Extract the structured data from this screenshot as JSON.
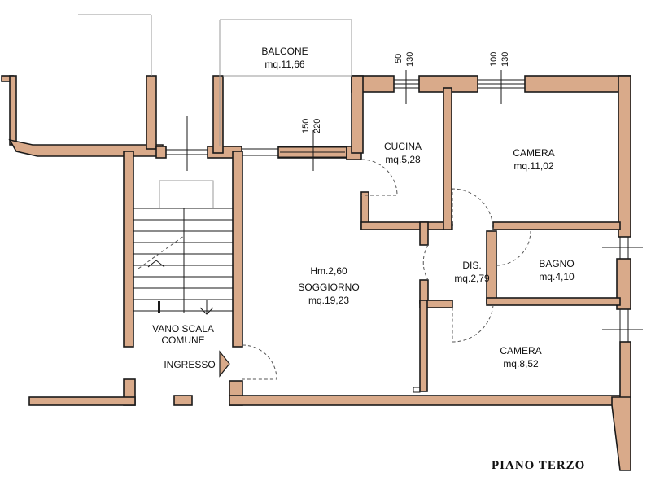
{
  "rooms": {
    "balcone": {
      "name": "BALCONE",
      "area": "mq.11,66"
    },
    "cucina": {
      "name": "CUCINA",
      "area": "mq.5,28"
    },
    "camera1": {
      "name": "CAMERA",
      "area": "mq.11,02"
    },
    "soggiorno": {
      "height": "Hm.2,60",
      "name": "SOGGIORNO",
      "area": "mq.19,23"
    },
    "dis": {
      "name": "DIS.",
      "area": "mq.2,79"
    },
    "bagno": {
      "name": "BAGNO",
      "area": "mq.4,10"
    },
    "camera2": {
      "name": "CAMERA",
      "area": "mq.8,52"
    },
    "vano": {
      "line1": "VANO  SCALA",
      "line2": "COMUNE"
    },
    "ingresso": {
      "name": "INGRESSO"
    }
  },
  "dimensions": {
    "win_cucina": [
      "50",
      "130"
    ],
    "win_camera": [
      "100",
      "130"
    ],
    "win_soggiorno": [
      "150",
      "220"
    ]
  },
  "floor_title": "PIANO  TERZO",
  "colors": {
    "wall": "#d9aa8a",
    "line": "#1a1a1a"
  }
}
